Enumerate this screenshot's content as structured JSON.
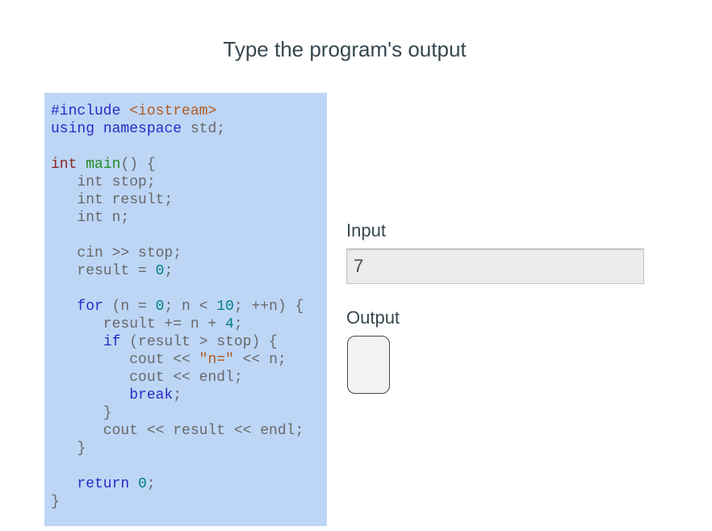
{
  "title": "Type the program's output",
  "input": {
    "label": "Input",
    "value": "7"
  },
  "output": {
    "label": "Output",
    "value": ""
  },
  "colors": {
    "heading": "#37474f",
    "code_bg": "#bdd6f6",
    "keyword": "#2929c8",
    "type": "#8c2820",
    "function": "#228b22",
    "number": "#008080",
    "string": "#b35a1f",
    "plain": "#696969"
  },
  "code": {
    "language": "cpp",
    "lines": [
      [
        {
          "t": "kw",
          "s": "#include"
        },
        {
          "t": "pl",
          "s": " "
        },
        {
          "t": "str",
          "s": "<iostream>"
        }
      ],
      [
        {
          "t": "kw",
          "s": "using"
        },
        {
          "t": "pl",
          "s": " "
        },
        {
          "t": "kw",
          "s": "namespace"
        },
        {
          "t": "pl",
          "s": " std;"
        }
      ],
      [],
      [
        {
          "t": "type",
          "s": "int"
        },
        {
          "t": "pl",
          "s": " "
        },
        {
          "t": "fn",
          "s": "main"
        },
        {
          "t": "pl",
          "s": "() {"
        }
      ],
      [
        {
          "t": "pl",
          "s": "   int stop;"
        }
      ],
      [
        {
          "t": "pl",
          "s": "   int result;"
        }
      ],
      [
        {
          "t": "pl",
          "s": "   int n;"
        }
      ],
      [],
      [
        {
          "t": "pl",
          "s": "   cin >> stop;"
        }
      ],
      [
        {
          "t": "pl",
          "s": "   result = "
        },
        {
          "t": "num",
          "s": "0"
        },
        {
          "t": "pl",
          "s": ";"
        }
      ],
      [],
      [
        {
          "t": "pl",
          "s": "   "
        },
        {
          "t": "kw",
          "s": "for"
        },
        {
          "t": "pl",
          "s": " (n = "
        },
        {
          "t": "num",
          "s": "0"
        },
        {
          "t": "pl",
          "s": "; n < "
        },
        {
          "t": "num",
          "s": "10"
        },
        {
          "t": "pl",
          "s": "; ++n) {"
        }
      ],
      [
        {
          "t": "pl",
          "s": "      result += n + "
        },
        {
          "t": "num",
          "s": "4"
        },
        {
          "t": "pl",
          "s": ";"
        }
      ],
      [
        {
          "t": "pl",
          "s": "      "
        },
        {
          "t": "kw",
          "s": "if"
        },
        {
          "t": "pl",
          "s": " (result > stop) {"
        }
      ],
      [
        {
          "t": "pl",
          "s": "         cout << "
        },
        {
          "t": "str",
          "s": "\"n=\""
        },
        {
          "t": "pl",
          "s": " << n;"
        }
      ],
      [
        {
          "t": "pl",
          "s": "         cout << endl;"
        }
      ],
      [
        {
          "t": "pl",
          "s": "         "
        },
        {
          "t": "kw",
          "s": "break"
        },
        {
          "t": "pl",
          "s": ";"
        }
      ],
      [
        {
          "t": "pl",
          "s": "      }"
        }
      ],
      [
        {
          "t": "pl",
          "s": "      cout << result << endl;"
        }
      ],
      [
        {
          "t": "pl",
          "s": "   }"
        }
      ],
      [],
      [
        {
          "t": "pl",
          "s": "   "
        },
        {
          "t": "kw",
          "s": "return"
        },
        {
          "t": "pl",
          "s": " "
        },
        {
          "t": "num",
          "s": "0"
        },
        {
          "t": "pl",
          "s": ";"
        }
      ],
      [
        {
          "t": "pl",
          "s": "}"
        }
      ]
    ]
  }
}
